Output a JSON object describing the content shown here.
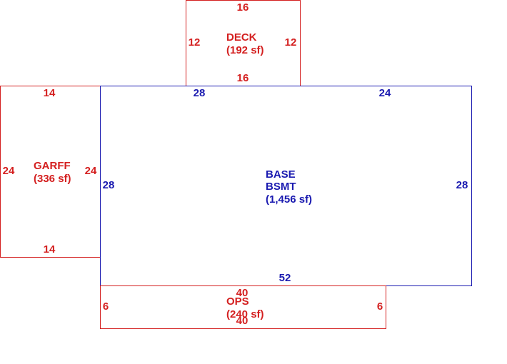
{
  "colors": {
    "addition": "#d42020",
    "main": "#1a1ab0"
  },
  "rooms": {
    "deck": {
      "name": "DECK",
      "area": "(192 sf)",
      "dims": {
        "top": "16",
        "bottom": "16",
        "left": "12",
        "right": "12"
      }
    },
    "garff": {
      "name": "GARFF",
      "area": "(336 sf)",
      "dims": {
        "top": "14",
        "bottom": "14",
        "left": "24",
        "right": "24"
      }
    },
    "base": {
      "name_line1": "BASE",
      "name_line2": "BSMT",
      "area": "(1,456 sf)",
      "dims": {
        "top_left": "28",
        "top_right": "24",
        "left": "28",
        "right": "28",
        "bottom": "52"
      }
    },
    "ops": {
      "name": "OPS",
      "area": "(240 sf)",
      "dims": {
        "top": "40",
        "bottom": "40",
        "left": "6",
        "right": "6"
      }
    }
  }
}
